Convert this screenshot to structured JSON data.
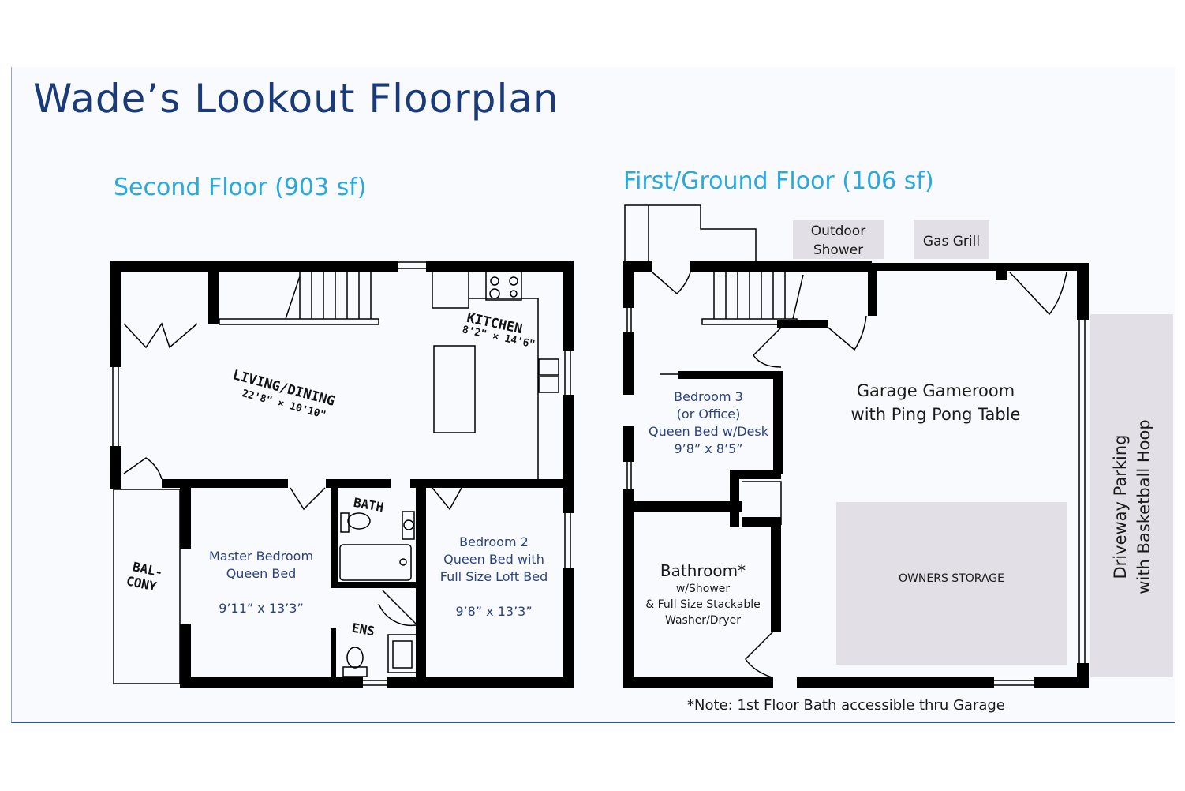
{
  "title": "Wade’s Lookout Floorplan",
  "second_floor": {
    "heading": "Second Floor (903 sf)",
    "rooms": {
      "living_dining": "LIVING/DINING",
      "living_dining_size": "22'8\" × 10'10\"",
      "kitchen": "KITCHEN",
      "kitchen_size": "8'2\" × 14'6\"",
      "bath": "BATH",
      "ens": "ENS",
      "balcony_1": "BAL-",
      "balcony_2": "CONY",
      "master_1": "Master Bedroom",
      "master_2": "Queen Bed",
      "master_size": "9’11” x 13’3”",
      "bed2_1": "Bedroom 2",
      "bed2_2": "Queen Bed with",
      "bed2_3": "Full Size Loft Bed",
      "bed2_size": "9’8” x 13’3”"
    }
  },
  "first_floor": {
    "heading": "First/Ground Floor (106 sf)",
    "outdoor_shower_1": "Outdoor",
    "outdoor_shower_2": "Shower",
    "gas_grill": "Gas Grill",
    "bed3_1": "Bedroom 3",
    "bed3_2": "(or Office)",
    "bed3_3": "Queen Bed w/Desk",
    "bed3_size": "9’8” x 8’5”",
    "garage_1": "Garage Gameroom",
    "garage_2": "with Ping Pong Table",
    "bath_1": "Bathroom*",
    "bath_2": "w/Shower",
    "bath_3": "& Full Size Stackable",
    "bath_4": "Washer/Dryer",
    "storage": "OWNERS STORAGE",
    "driveway_1": "Driveway Parking",
    "driveway_2": "with Basketball Hoop",
    "note": "*Note: 1st Floor Bath accessible thru Garage"
  },
  "colors": {
    "title": "#1b3b78",
    "subtitle": "#2aa9e0",
    "room_text": "#2a4380",
    "callout_fill": "#e3dfe6"
  }
}
